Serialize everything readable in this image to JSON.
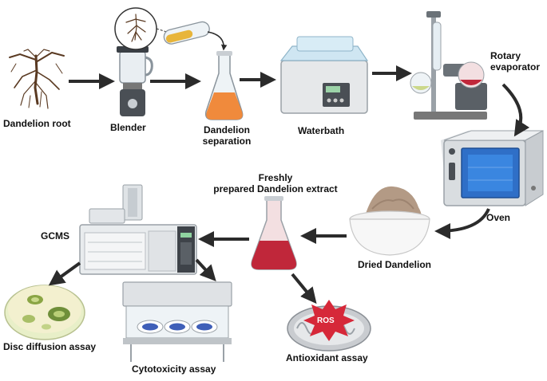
{
  "labels": {
    "dandelion_root": "Dandelion root",
    "blender": "Blender",
    "dandelion_separation_line1": "Dandelion",
    "dandelion_separation_line2": "separation",
    "waterbath": "Waterbath",
    "rotary_line1": "Rotary",
    "rotary_line2": "evaporator",
    "oven": "Oven",
    "dried_dandelion": "Dried Dandelion",
    "fresh_extract_line1": "Freshly",
    "fresh_extract_line2": "prepared Dandelion extract",
    "gcms": "GCMS",
    "disc_diffusion": "Disc diffusion assay",
    "cytotoxicity": "Cytotoxicity assay",
    "antioxidant": "Antioxidant assay",
    "ros": "ROS"
  },
  "colors": {
    "arrow": "#2b2b2b",
    "orange_liquid": "#f08a3c",
    "red_liquid": "#c0273a",
    "oven_door": "#2f6fc7",
    "ros_burst": "#d62839",
    "root": "#5a3a22",
    "petri_green": "#6f8f3a"
  }
}
